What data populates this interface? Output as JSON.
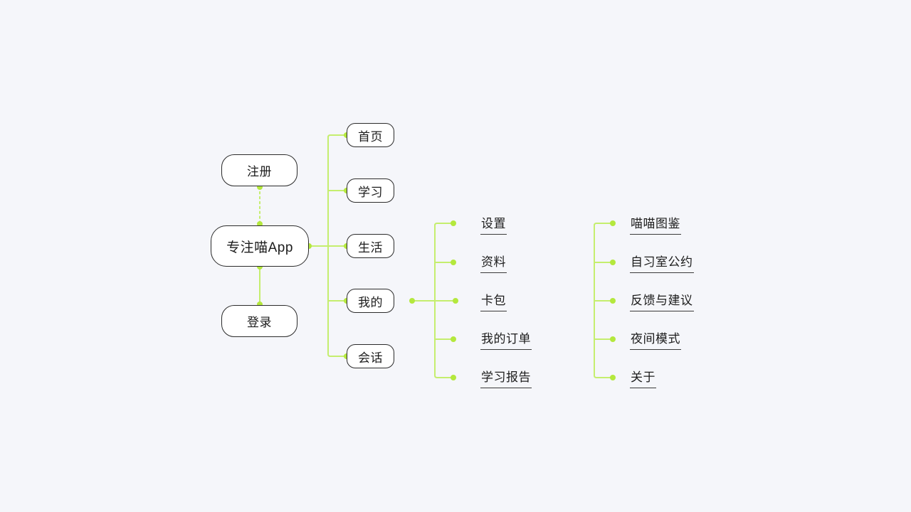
{
  "canvas": {
    "background": "#f5f6fa"
  },
  "colors": {
    "connector_line": "#c5ee6e",
    "connector_dot": "#b4e83d",
    "node_border": "#2b2b2b",
    "node_fill": "#ffffff",
    "text": "#1c1c1c"
  },
  "mindmap": {
    "root": {
      "label": "专注喵App"
    },
    "auth_top": {
      "label": "注册"
    },
    "auth_bottom": {
      "label": "登录"
    },
    "tabs": [
      {
        "label": "首页"
      },
      {
        "label": "学习"
      },
      {
        "label": "生活"
      },
      {
        "label": "我的"
      },
      {
        "label": "会话"
      }
    ],
    "profile_items": [
      {
        "label": "设置"
      },
      {
        "label": "资料"
      },
      {
        "label": "卡包"
      },
      {
        "label": "我的订单"
      },
      {
        "label": "学习报告"
      }
    ],
    "more_items": [
      {
        "label": "喵喵图鉴"
      },
      {
        "label": "自习室公约"
      },
      {
        "label": "反馈与建议"
      },
      {
        "label": "夜间模式"
      },
      {
        "label": "关于"
      }
    ]
  }
}
